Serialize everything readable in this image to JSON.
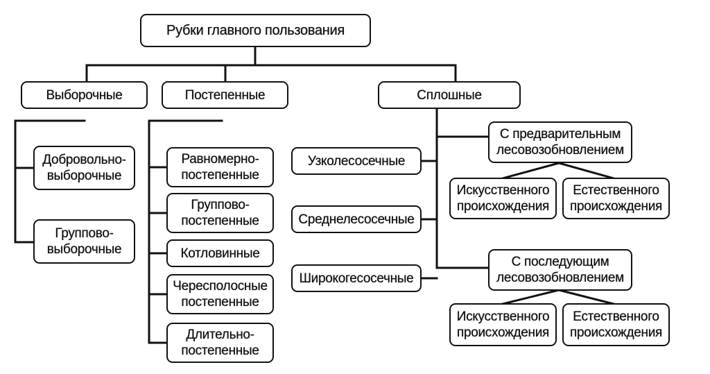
{
  "diagram": {
    "root": "Рубки главного пользования",
    "branches": {
      "selective": {
        "title": "Выборочные",
        "items": [
          "Добровольно-\nвыборочные",
          "Группово-\nвыборочные"
        ]
      },
      "gradual": {
        "title": "Постепенные",
        "items": [
          "Равномерно-\nпостепенные",
          "Группово-\nпостепенные",
          "Котловинные",
          "Чересполосные\nпостепенные",
          "Длительно-\nпостепенные"
        ]
      },
      "clear": {
        "title": "Сплошные",
        "items": [
          "Узколесосечные",
          "Среднелесосечные",
          "Широкогесосечные"
        ],
        "preliminary": {
          "title": "С предварительным\nлесовозобновлением",
          "artificial": "Искусственного\nпроисхождения",
          "natural": "Естественного\nпроисхождения"
        },
        "subsequent": {
          "title": "С последующим\nлесовозобновлением",
          "artificial": "Искусственного\nпроисхождения",
          "natural": "Естественного\nпроисхождения"
        }
      }
    }
  }
}
